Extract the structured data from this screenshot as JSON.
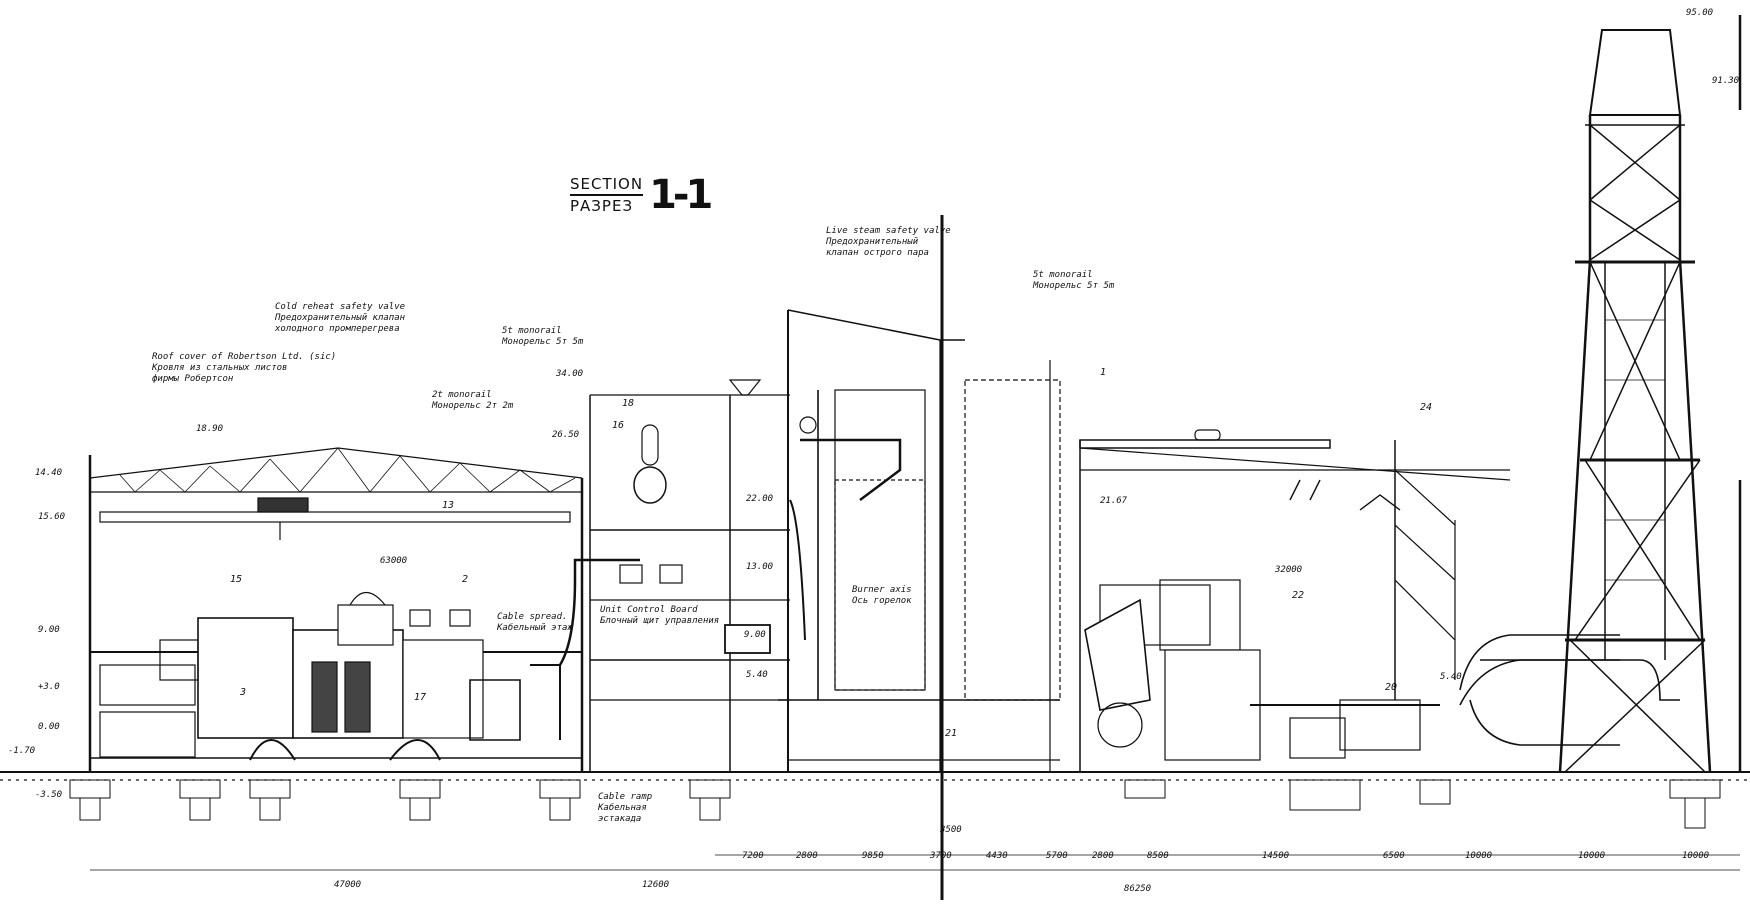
{
  "title": {
    "line1": "SECTION",
    "line2": "РАЗРЕЗ",
    "number": "1-1"
  },
  "labels": {
    "roof_cover": "Roof cover of Robertson Ltd. (sic)",
    "roof_cover_ru": "Кровля из стальных листов",
    "roof_cover_ru2": "фирмы Робертсон",
    "cold_reheat": "Cold reheat safety valve",
    "cold_reheat_ru": "Предохранительный клапан",
    "cold_reheat_ru2": "холодного промперегрева",
    "monorail_5t_a": "5t monorail",
    "monorail_5t_a_ru": "Монорельс 5т 5m",
    "monorail_2t": "2t monorail",
    "monorail_2t_ru": "Монорельс 2т 2m",
    "live_steam": "Live steam safety valve",
    "live_steam_ru": "Предохранительный",
    "live_steam_ru2": "клапан острого пара",
    "monorail_5t_b": "5t monorail",
    "monorail_5t_b_ru": "Монорельс 5т 5m",
    "unit_control": "Unit Control Board",
    "unit_control_ru": "Блочный щит управления",
    "cable_spread": "Cable spread.",
    "cable_spread_ru": "Кабельный этаж",
    "burner_axis": "Burner axis",
    "burner_axis_ru": "Ось горелок",
    "cable_ramp": "Cable ramp",
    "cable_ramp_ru": "Кабельная",
    "cable_ramp_ru2": "эстакада"
  },
  "elevations": {
    "e1": "14.40",
    "e2": "15.60",
    "e3": "9.00",
    "e4": "+3.0",
    "e5": "0.00",
    "e6": "-1.70",
    "e7": "-3.50",
    "e8": "18.90",
    "e9": "34.00",
    "e10": "26.50",
    "e11": "22.00",
    "e12": "13.00",
    "e13": "9.00",
    "e14": "5.40",
    "e15": "21.67",
    "e16": "95.00",
    "e17": "91.30",
    "e18": "5.40"
  },
  "dimensions": {
    "d1": "7200",
    "d2": "2800",
    "d3": "9850",
    "d4": "3700",
    "d5": "4430",
    "d6": "5700",
    "d7": "2800",
    "d8": "8500",
    "d9": "14500",
    "d10": "6500",
    "d11": "10000",
    "d12": "10000",
    "d13": "10000",
    "d14": "3500",
    "span1": "47000",
    "span2": "12600",
    "span3": "86250",
    "crane_span": "63000",
    "conv_span": "32000"
  },
  "numbers": {
    "n1": "1",
    "n2": "2",
    "n3": "3",
    "n13": "13",
    "n15": "15",
    "n17": "17",
    "n21": "21",
    "n22": "22",
    "n24": "24",
    "n20": "20",
    "n16": "16",
    "n18": "18"
  }
}
